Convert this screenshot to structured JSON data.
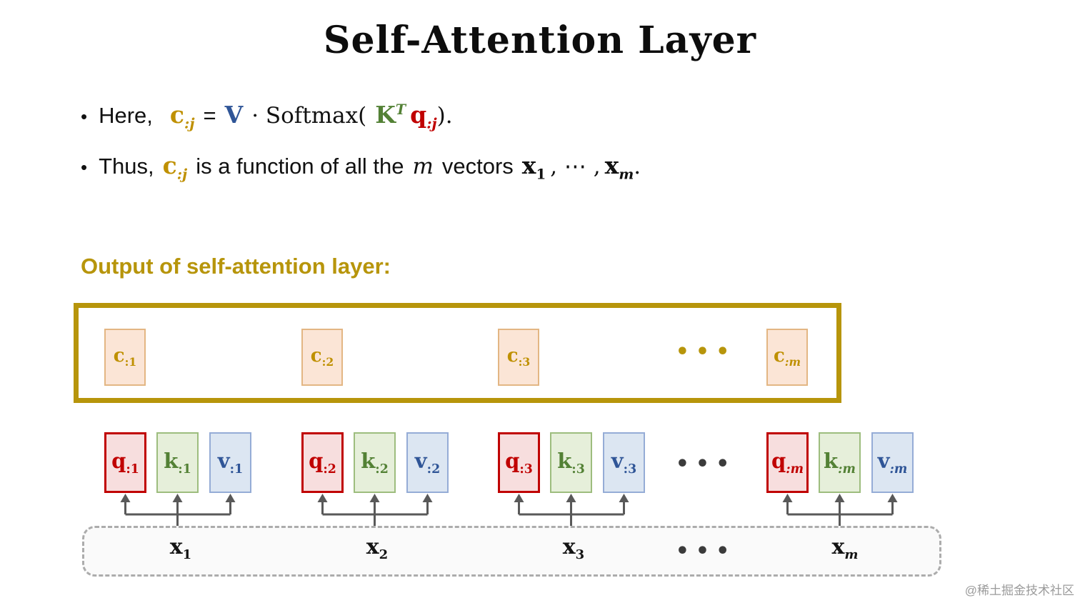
{
  "title": "Self-Attention Layer",
  "colors": {
    "gold": "#BF9000",
    "red": "#C00000",
    "green": "#538135",
    "blue": "#2F5597",
    "arrow_gray": "#595959",
    "c_box_fill": "#FBE5D6",
    "q_box_fill": "#F7DEDE",
    "k_box_fill": "#E6EFDA",
    "v_box_fill": "#DCE6F2"
  },
  "bullets": {
    "b1": {
      "marker": "•",
      "prefix": "Here,",
      "c": "c",
      "c_sub": ":j",
      "equals": "=",
      "v": "V",
      "middle": "· Softmax(",
      "k": "K",
      "k_sup": "T",
      "q": "q",
      "q_sub": ":j",
      "suffix": ")."
    },
    "b2": {
      "marker": "•",
      "prefix": "Thus,",
      "c": "c",
      "c_sub": ":j",
      "middle": "is a function of all the",
      "m": "m",
      "vectors": "vectors",
      "x1": "x",
      "x1_sub": "1",
      "dots": ", ⋯ ,",
      "xm": "x",
      "xm_sub": "m",
      "period": "."
    }
  },
  "section_heading": "Output of self-attention layer:",
  "output_row": {
    "cells": [
      {
        "base": "c",
        "sub": ":1"
      },
      {
        "base": "c",
        "sub": ":2"
      },
      {
        "base": "c",
        "sub": ":3"
      },
      {
        "base": "c",
        "sub": ":m"
      }
    ],
    "ellipsis": "•••"
  },
  "qkv_groups": [
    {
      "q": "q",
      "q_sub": ":1",
      "k": "k",
      "k_sub": ":1",
      "v": "v",
      "v_sub": ":1"
    },
    {
      "q": "q",
      "q_sub": ":2",
      "k": "k",
      "k_sub": ":2",
      "v": "v",
      "v_sub": ":2"
    },
    {
      "q": "q",
      "q_sub": ":3",
      "k": "k",
      "k_sub": ":3",
      "v": "v",
      "v_sub": ":3"
    },
    {
      "q": "q",
      "q_sub": ":m",
      "k": "k",
      "k_sub": ":m",
      "v": "v",
      "v_sub": ":m"
    }
  ],
  "groups_ellipsis": "•••",
  "input_row": {
    "labels": [
      {
        "base": "x",
        "sub": "1"
      },
      {
        "base": "x",
        "sub": "2"
      },
      {
        "base": "x",
        "sub": "3"
      },
      {
        "base": "x",
        "sub": "m"
      }
    ],
    "ellipsis": "•••"
  },
  "watermark": "@稀土掘金技术社区"
}
